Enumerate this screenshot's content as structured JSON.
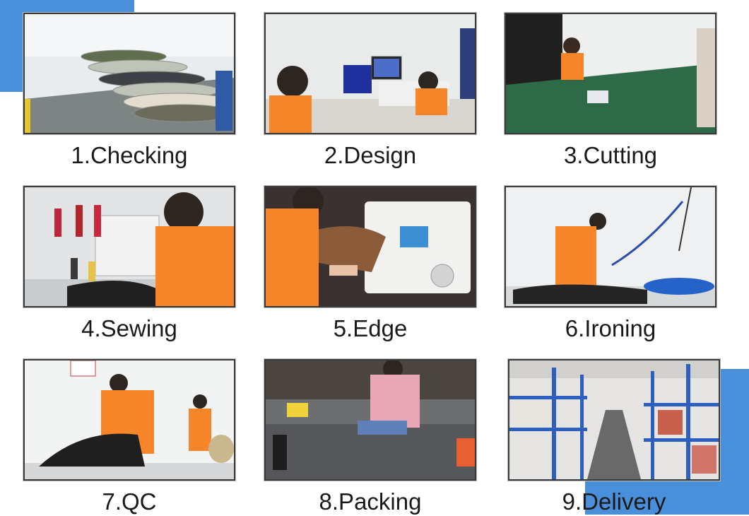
{
  "steps": [
    {
      "label": "1.Checking"
    },
    {
      "label": "2.Design"
    },
    {
      "label": "3.Cutting"
    },
    {
      "label": "4.Sewing"
    },
    {
      "label": "5.Edge"
    },
    {
      "label": "6.Ironing"
    },
    {
      "label": "7.QC"
    },
    {
      "label": "8.Packing"
    },
    {
      "label": "9.Delivery"
    }
  ],
  "colors": {
    "accent": "#4a8fd9",
    "worker_shirt": "#f7862a"
  }
}
